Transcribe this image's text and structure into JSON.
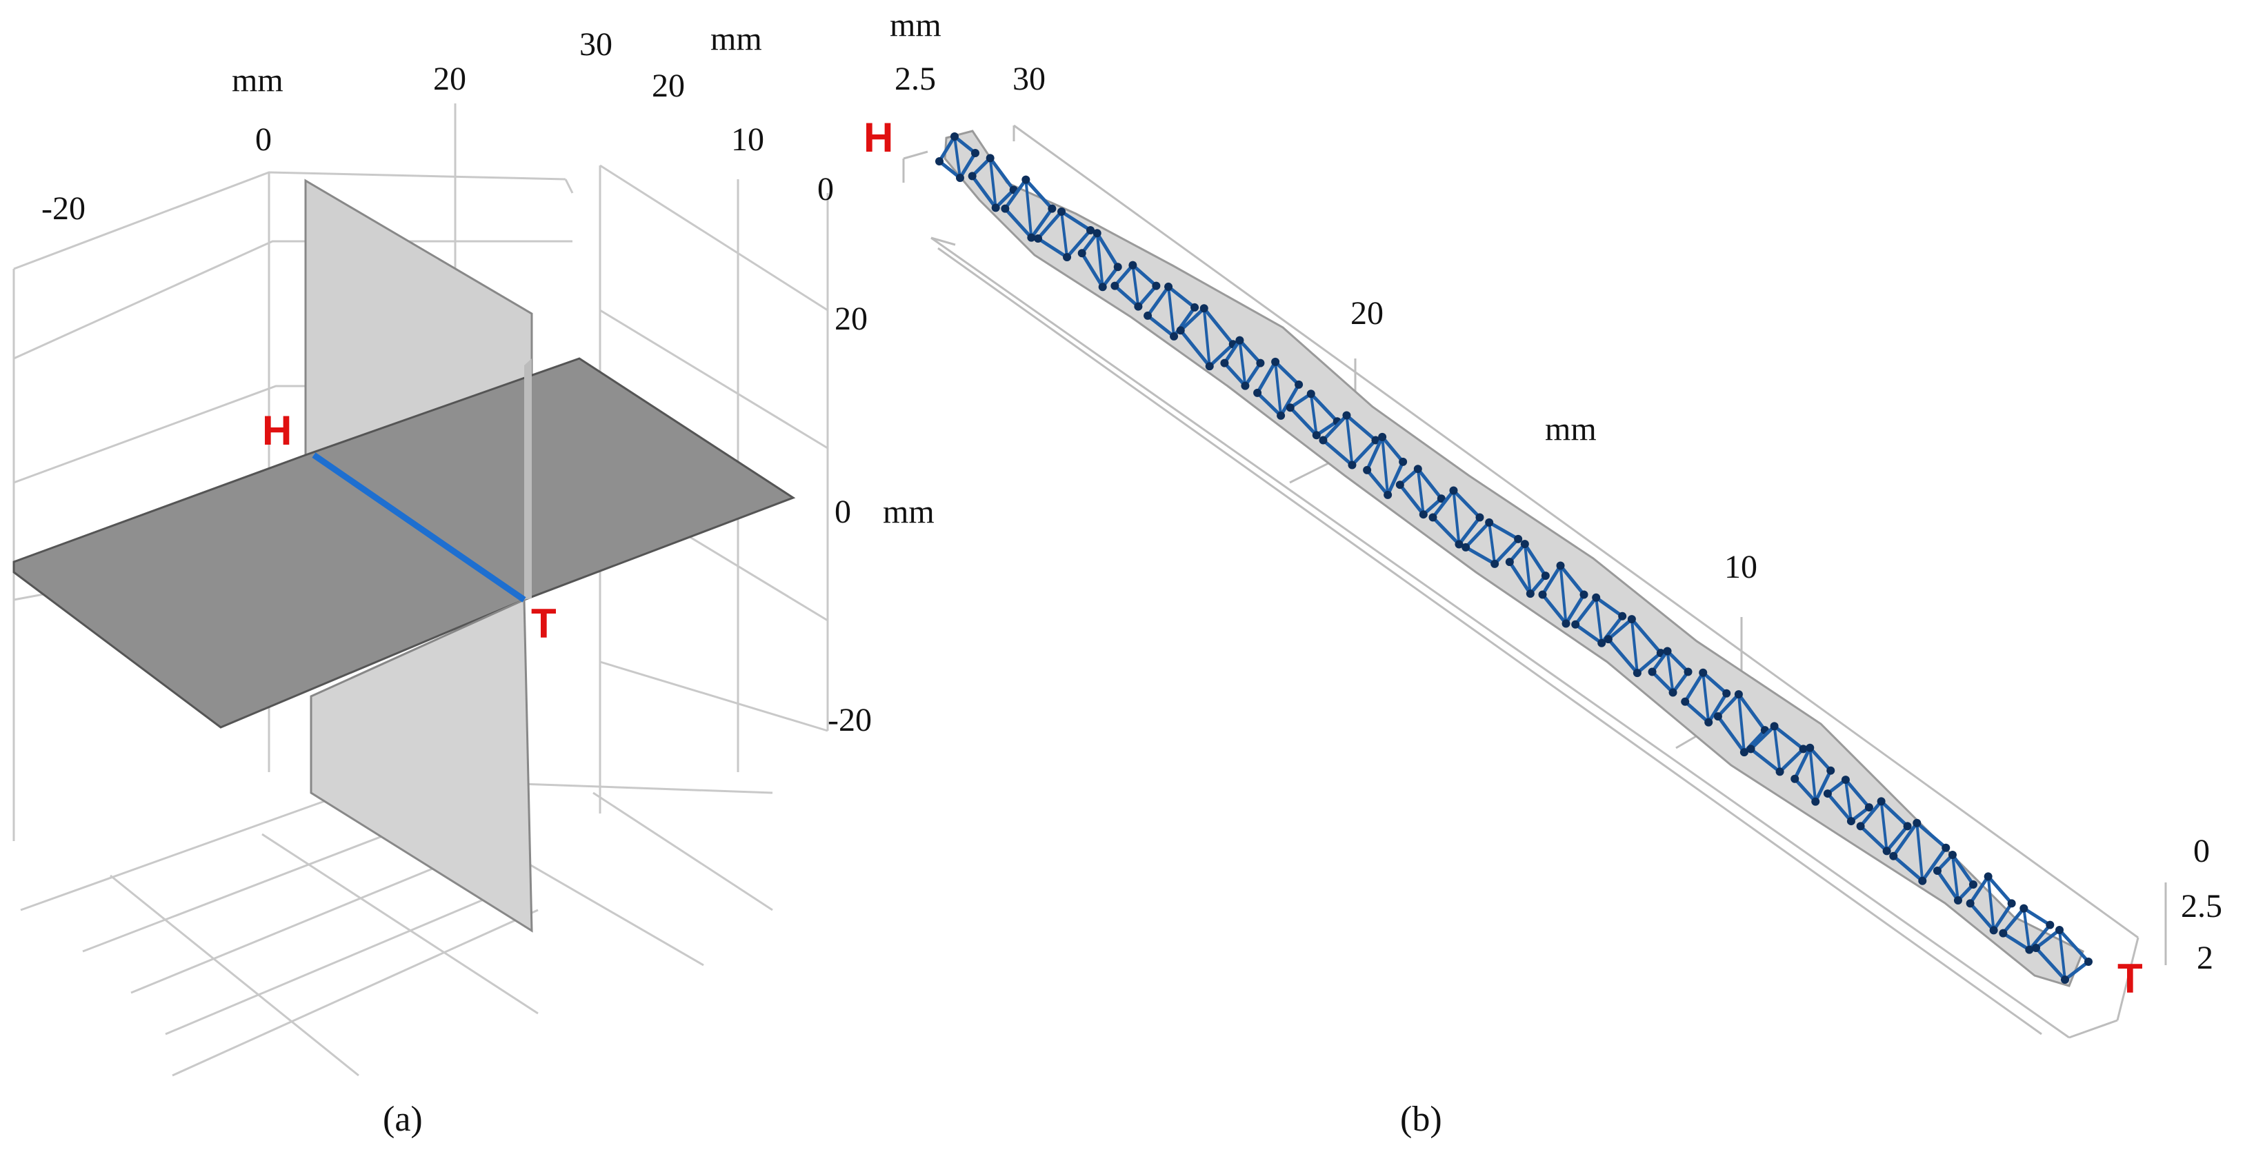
{
  "panel_a": {
    "caption": "(a)",
    "axis_unit_top_left": "mm",
    "axis_unit_top_right": "mm",
    "axis_unit_right": "mm",
    "ticks_x": [
      "-20",
      "0",
      "20"
    ],
    "ticks_x2": [
      "30",
      "20",
      "10",
      "0"
    ],
    "ticks_z": [
      "20",
      "0",
      "-20"
    ],
    "label_head": "H",
    "label_tail": "T",
    "colors": {
      "horizontal_plane": "#8f8f8f",
      "vertical_plane": "#d0d0d0",
      "intersection_line": "#1e6fd0",
      "labels": "#e01010"
    }
  },
  "panel_b": {
    "caption": "(b)",
    "axis_unit_top": "mm",
    "axis_unit_mid": "mm",
    "ticks_top": [
      "2.5"
    ],
    "ticks_length": [
      "30",
      "20",
      "10"
    ],
    "ticks_right": [
      "0",
      "2.5",
      "2"
    ],
    "label_head": "H",
    "label_tail": "T",
    "cell_count": 32,
    "colors": {
      "body": "#d6d6d6",
      "mesh": "#1f5fa8",
      "labels": "#e01010"
    }
  }
}
